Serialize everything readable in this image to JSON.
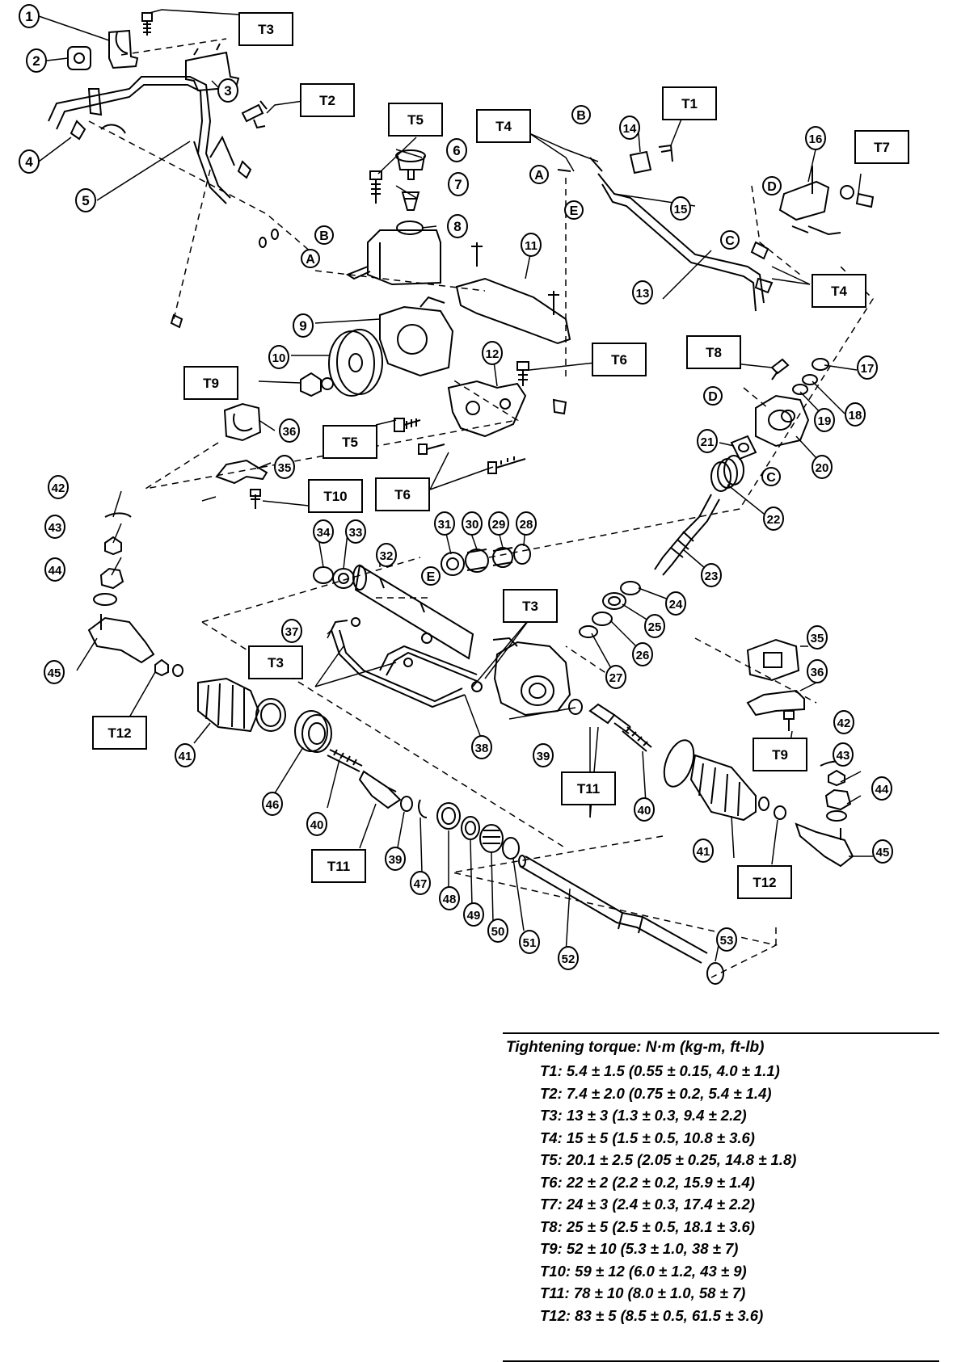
{
  "part_numbers": {
    "p1": "1",
    "p2": "2",
    "p3": "3",
    "p4": "4",
    "p5": "5",
    "p6": "6",
    "p7": "7",
    "p8": "8",
    "p9": "9",
    "p10": "10",
    "p11": "11",
    "p12": "12",
    "p13": "13",
    "p14": "14",
    "p15": "15",
    "p16": "16",
    "p17": "17",
    "p18": "18",
    "p19": "19",
    "p20": "20",
    "p21": "21",
    "p22": "22",
    "p23": "23",
    "p24": "24",
    "p25": "25",
    "p26": "26",
    "p27": "27",
    "p28": "28",
    "p29": "29",
    "p30": "30",
    "p31": "31",
    "p32": "32",
    "p33": "33",
    "p34": "34",
    "p35": "35",
    "p36": "36",
    "p37": "37",
    "p38": "38",
    "p39": "39",
    "p40": "40",
    "p41": "41",
    "p42": "42",
    "p43": "43",
    "p44": "44",
    "p45": "45",
    "p46": "46",
    "p47": "47",
    "p48": "48",
    "p49": "49",
    "p50": "50",
    "p51": "51",
    "p52": "52",
    "p53": "53"
  },
  "torque_labels": {
    "T1": "T1",
    "T2": "T2",
    "T3": "T3",
    "T4": "T4",
    "T5": "T5",
    "T6": "T6",
    "T7": "T7",
    "T8": "T8",
    "T9": "T9",
    "T10": "T10",
    "T11": "T11",
    "T12": "T12"
  },
  "connection_letters": {
    "A": "A",
    "B": "B",
    "C": "C",
    "D": "D",
    "E": "E"
  },
  "legend": {
    "title": "Tightening torque: N·m (kg-m, ft-lb)",
    "rows": [
      "T1: 5.4 ± 1.5 (0.55 ± 0.15, 4.0 ± 1.1)",
      "T2: 7.4 ± 2.0 (0.75 ± 0.2, 5.4 ± 1.4)",
      "T3: 13 ± 3 (1.3 ± 0.3, 9.4 ± 2.2)",
      "T4: 15 ± 5 (1.5 ± 0.5, 10.8 ± 3.6)",
      "T5: 20.1 ± 2.5 (2.05 ± 0.25, 14.8 ± 1.8)",
      "T6: 22 ± 2 (2.2 ± 0.2, 15.9 ± 1.4)",
      "T7: 24 ± 3 (2.4 ± 0.3, 17.4 ± 2.2)",
      "T8: 25 ± 5 (2.5 ± 0.5, 18.1 ± 3.6)",
      "T9: 52 ± 10 (5.3 ± 1.0, 38 ± 7)",
      "T10: 59 ± 12 (6.0 ± 1.2, 43 ± 9)",
      "T11: 78 ± 10 (8.0 ± 1.0, 58 ± 7)",
      "T12: 83 ± 5 (8.5 ± 0.5, 61.5 ± 3.6)"
    ]
  }
}
